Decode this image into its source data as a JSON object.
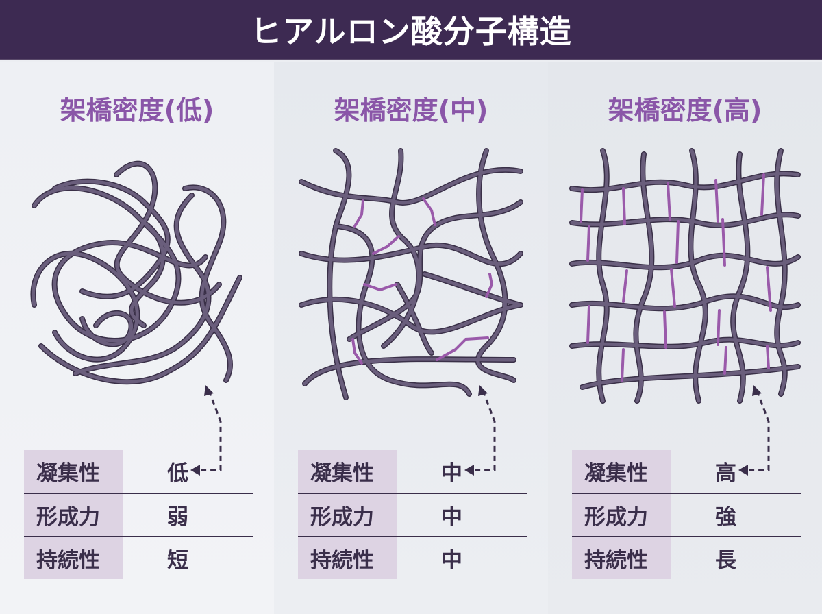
{
  "title": "ヒアルロン酸分子構造",
  "colors": {
    "header_bg": "#3d2a52",
    "title_text": "#ffffff",
    "panel_title": "#8a56a8",
    "strand": "#5f5470",
    "crosslink": "#9a5aaa",
    "label_bg": "#ddd3e3",
    "text_dark": "#3a2e4a"
  },
  "panels": [
    {
      "title": "架橋密度(低)",
      "structure": "tangled-chains-no-crosslinks",
      "rows": [
        {
          "label": "凝集性",
          "value": "低"
        },
        {
          "label": "形成力",
          "value": "弱"
        },
        {
          "label": "持続性",
          "value": "短"
        }
      ]
    },
    {
      "title": "架橋密度(中)",
      "structure": "network-medium-crosslinks",
      "rows": [
        {
          "label": "凝集性",
          "value": "中"
        },
        {
          "label": "形成力",
          "value": "中"
        },
        {
          "label": "持続性",
          "value": "中"
        }
      ]
    },
    {
      "title": "架橋密度(高)",
      "structure": "network-high-crosslinks",
      "rows": [
        {
          "label": "凝集性",
          "value": "高"
        },
        {
          "label": "形成力",
          "value": "強"
        },
        {
          "label": "持続性",
          "value": "長"
        }
      ]
    }
  ]
}
